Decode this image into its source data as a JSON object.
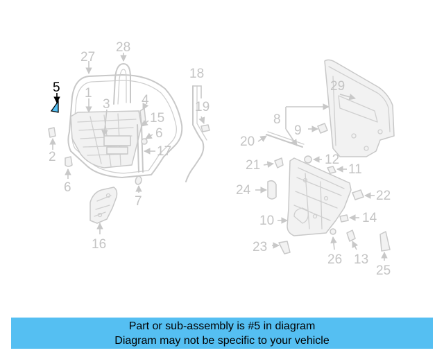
{
  "diagram": {
    "highlighted_part": "5",
    "highlight_color": "#55bff2",
    "callouts": {
      "c1": "1",
      "c2": "2",
      "c3": "3",
      "c4": "4",
      "c5": "5",
      "c6a": "6",
      "c6b": "6",
      "c7": "7",
      "c8": "8",
      "c9": "9",
      "c10": "10",
      "c11": "11",
      "c12": "12",
      "c13": "13",
      "c14": "14",
      "c15": "15",
      "c16": "16",
      "c17": "17",
      "c18": "18",
      "c19": "19",
      "c20": "20",
      "c21": "21",
      "c22": "22",
      "c23": "23",
      "c24": "24",
      "c25": "25",
      "c26": "26",
      "c27": "27",
      "c28": "28",
      "c29": "29"
    }
  },
  "banner": {
    "line1": "Part or sub-assembly is #5 in diagram",
    "line2": "Diagram may not be specific to your vehicle",
    "background": "#55bff2"
  }
}
